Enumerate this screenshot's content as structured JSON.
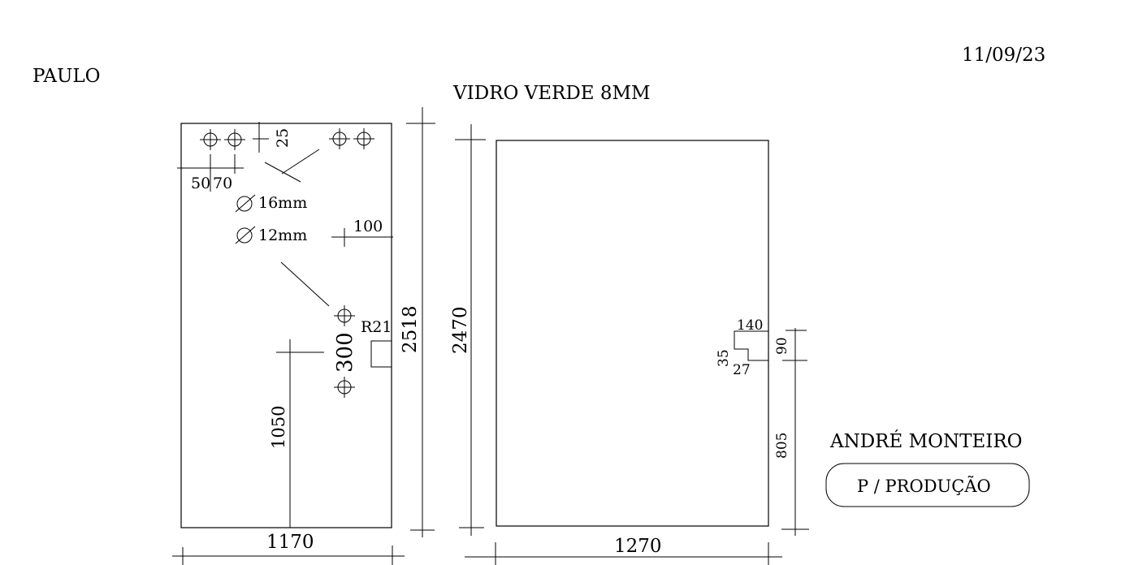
{
  "header": {
    "client": "PAULO",
    "date": "11/09/23",
    "material": "VIDRO VERDE 8MM"
  },
  "left_panel": {
    "dims": {
      "hole_spacing_a": "50",
      "hole_spacing_b": "70",
      "top_offset": "25",
      "side_offset": "100",
      "handle_span": "300",
      "radius": "R21",
      "height": "2518",
      "handle_height": "1050",
      "width": "1170"
    },
    "hole_notes": {
      "large": "16mm",
      "small": "12mm"
    }
  },
  "right_panel": {
    "dims": {
      "height": "2470",
      "notch_width": "140",
      "notch_height": "90",
      "notch_depth": "35",
      "notch_inset": "27",
      "notch_height_from_bottom": "805",
      "width": "1270"
    }
  },
  "footer": {
    "author": "ANDRÉ MONTEIRO",
    "stamp": "P / PRODUÇÃO"
  }
}
